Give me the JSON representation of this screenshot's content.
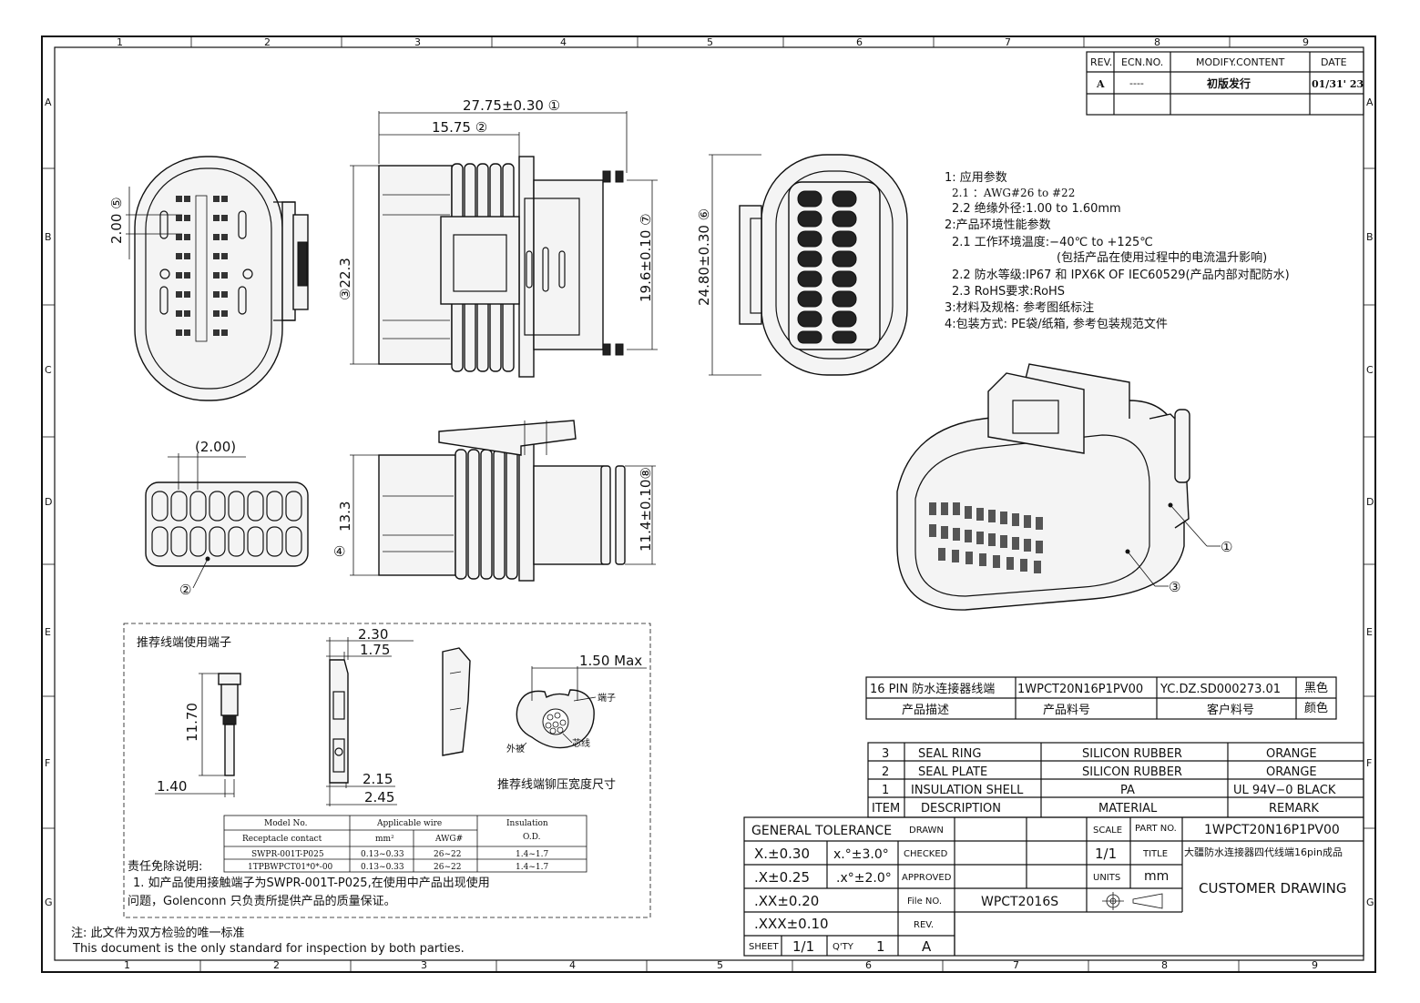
{
  "frame": {
    "cols_top": [
      "1",
      "2",
      "3",
      "4",
      "5",
      "6",
      "7",
      "8",
      "9"
    ],
    "cols_bottom": [
      "1",
      "2",
      "3",
      "4",
      "5",
      "6",
      "7",
      "8",
      "9"
    ],
    "rows": [
      "A",
      "B",
      "C",
      "D",
      "E",
      "F",
      "G"
    ]
  },
  "revision": {
    "headers": [
      "REV.",
      "ECN.NO.",
      "MODIFY.CONTENT",
      "DATE"
    ],
    "row": [
      "A",
      "----",
      "初版发行",
      "01/31' 23"
    ]
  },
  "dims": {
    "d1": "27.75±0.30 ①",
    "d2": "15.75 ②",
    "d3": "③22.3",
    "d5": "2.00 ⑤",
    "d6": "24.80±0.30 ⑥",
    "d7": "19.6±0.10 ⑦",
    "d8": "11.4±0.10⑧",
    "d4": "④",
    "d13": "13.3",
    "d200p": "(2.00)",
    "c2": "②",
    "c1": "①",
    "c3": "③"
  },
  "notes": [
    "1: 应用参数",
    "2.1 ：AWG#26 to #22",
    "2.2 绝缘外径:1.00 to 1.60mm",
    "2:产品环境性能参数",
    "2.1 工作环境温度:−40℃ to +125℃",
    "(包括产品在使用过程中的电流温升影响)",
    "2.2 防水等级:IP67 和 IPX6K OF IEC60529(产品内部对配防水)",
    "2.3 RoHS要求:RoHS",
    "3:材料及规格: 参考图纸标注",
    "4:包装方式: PE袋/纸箱, 参考包装规范文件"
  ],
  "terminal": {
    "title": "推荐线端使用端子",
    "d230": "2.30",
    "d175": "1.75",
    "d1170": "11.70",
    "d140": "1.40",
    "d215": "2.15",
    "d245": "2.45",
    "d150": "1.50 Max",
    "lbl_terminal": "端子",
    "lbl_outer": "外被",
    "lbl_core": "芯线",
    "crimp_caption": "推荐线端铆压宽度尺寸",
    "table_head": [
      "Model No.",
      "Applicable wire",
      "Insulation"
    ],
    "table_sub": [
      "Receptacle contact",
      "mm²",
      "AWG#",
      "O.D."
    ],
    "table_rows": [
      [
        "SWPR-001T-P025",
        "0.13~0.33",
        "26~22",
        "1.4~1.7"
      ],
      [
        "1TPBWPCT01*0*-00",
        "0.13~0.33",
        "26~22",
        "1.4~1.7"
      ]
    ],
    "disclaimer_title": "责任免除说明:",
    "disclaimer_1": "1. 如产品使用接触端子为SWPR-001T-P025,在使用中产品出现使用",
    "disclaimer_2": "问题，Golenconn 只负责所提供产品的质量保证。"
  },
  "footer_note": {
    "cn": "注: 此文件为双方检验的唯一标准",
    "en": "This document is the only standard for inspection by both parties."
  },
  "product": {
    "row1": [
      "16 PIN 防水连接器线端",
      "1WPCT20N16P1PV00",
      "YC.DZ.SD000273.01",
      "黑色"
    ],
    "row2": [
      "产品描述",
      "产品料号",
      "客户料号",
      "颜色"
    ]
  },
  "bom": {
    "rows": [
      [
        "3",
        "SEAL RING",
        "SILICON RUBBER",
        "ORANGE"
      ],
      [
        "2",
        "SEAL PLATE",
        "SILICON RUBBER",
        "ORANGE"
      ],
      [
        "1",
        "INSULATION SHELL",
        "PA",
        "UL 94V−0 BLACK"
      ]
    ],
    "header": [
      "ITEM",
      "DESCRIPTION",
      "MATERIAL",
      "REMARK"
    ]
  },
  "title_block": {
    "general_tolerance": "GENERAL TOLERANCE",
    "tol": [
      "X.±0.30",
      ".X±0.25",
      ".XX±0.20",
      ".XXX±0.10"
    ],
    "ang": [
      "x.°±3.0°",
      ".x°±2.0°"
    ],
    "drawn": "DRAWN",
    "checked": "CHECKED",
    "approved": "APPROVED",
    "file_no": "File NO.",
    "file_val": "WPCT2016S",
    "rev_lbl": "REV.",
    "scale_lbl": "SCALE",
    "scale_val": "1/1",
    "units_lbl": "UNITS",
    "units_val": "mm",
    "part_no_lbl": "PART NO.",
    "part_no_val": "1WPCT20N16P1PV00",
    "title_lbl": "TITLE",
    "title_val": "大疆防水连接器四代线端16pin成品",
    "customer": "CUSTOMER DRAWING",
    "sheet_lbl": "SHEET",
    "sheet_val": "1/1",
    "qty_lbl": "Q'TY",
    "qty_val": "1",
    "rev_val": "A"
  }
}
